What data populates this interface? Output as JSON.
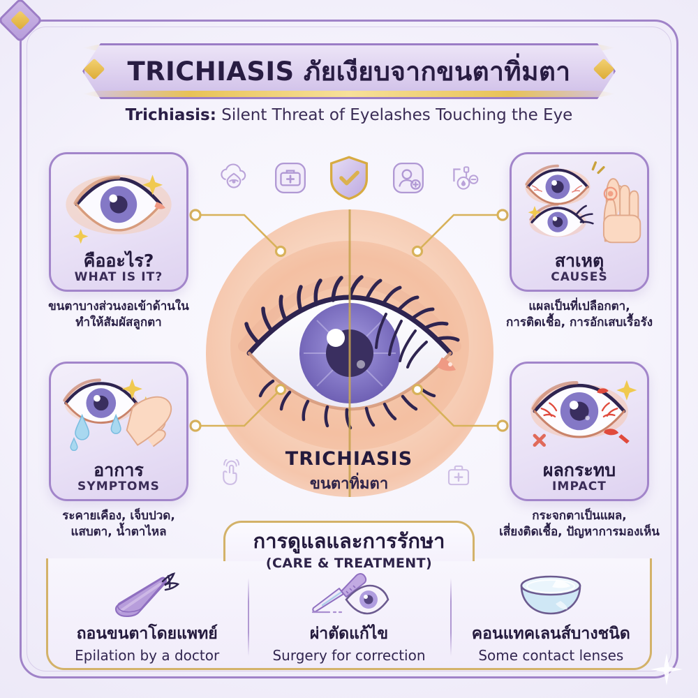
{
  "theme": {
    "purple": "#a285ca",
    "deep_purple": "#241a3d",
    "gold": "#d3b269",
    "skin": "#f5c6ac",
    "iris": "#8a7ec8"
  },
  "header": {
    "title": "TRICHIASIS ภัยเงียบจากขนตาทิ่มตา",
    "subtitle_bold": "Trichiasis:",
    "subtitle_rest": " Silent Threat of Eyelashes Touching the Eye"
  },
  "top_icons": [
    {
      "name": "cloud-eye-icon"
    },
    {
      "name": "medical-kit-icon"
    },
    {
      "name": "shield-check-icon"
    },
    {
      "name": "add-person-icon"
    },
    {
      "name": "eye-dropper-icon"
    }
  ],
  "center": {
    "label_en": "TRICHIASIS",
    "label_th": "ขนตาทิ่มตา",
    "art": "split-eye-illustration"
  },
  "cards": [
    {
      "id": "what-is-it",
      "position": "top-left",
      "title_th": "คืออะไร?",
      "title_en": "WHAT IS IT?",
      "description": "ขนตาบางส่วนงอเข้าด้านใน\nทำให้สัมผัสลูกตา",
      "art": "normal-eye-icon"
    },
    {
      "id": "causes",
      "position": "top-right",
      "title_th": "สาเหตุ",
      "title_en": "CAUSES",
      "description": "แผลเป็นที่เปลือกตา,\nการติดเชื้อ, การอักเสบเรื้อรัง",
      "art": "irritated-eyes-hand-icon"
    },
    {
      "id": "symptoms",
      "position": "bottom-left",
      "title_th": "อาการ",
      "title_en": "SYMPTOMS",
      "description": "ระคายเคือง, เจ็บปวด,\nแสบตา, น้ำตาไหล",
      "art": "tearing-eye-hand-icon"
    },
    {
      "id": "impact",
      "position": "bottom-right",
      "title_th": "ผลกระทบ",
      "title_en": "IMPACT",
      "description": "กระจกตาเป็นแผล,\nเสี่ยงติดเชื้อ, ปัญหาการมองเห็น",
      "art": "bloodshot-eye-icon"
    }
  ],
  "care": {
    "heading_th": "การดูแลและการรักษา",
    "heading_en": "(CARE & TREATMENT)",
    "options": [
      {
        "id": "epilation",
        "title_th": "ถอนขนตาโดยแพทย์",
        "title_en": "Epilation by a doctor",
        "art": "tweezers-icon"
      },
      {
        "id": "surgery",
        "title_th": "ผ่าตัดแก้ไข",
        "title_en": "Surgery for correction",
        "art": "scalpel-eye-icon"
      },
      {
        "id": "contact-lens",
        "title_th": "คอนแทคเลนส์บางชนิด",
        "title_en": "Some contact lenses",
        "art": "contact-lens-icon"
      }
    ]
  },
  "floating_icons": [
    {
      "name": "tap-gesture-icon"
    },
    {
      "name": "medical-kit-icon"
    }
  ]
}
